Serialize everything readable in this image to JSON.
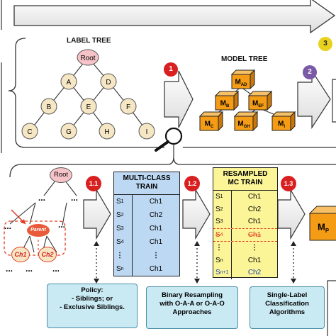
{
  "label_tree": {
    "title": "LABEL TREE",
    "nodes": [
      "Root",
      "A",
      "D",
      "B",
      "E",
      "F",
      "C",
      "G",
      "H",
      "I"
    ]
  },
  "model_tree": {
    "title": "MODEL TREE",
    "models": [
      {
        "id": "mad",
        "label": "M",
        "sub": "AD"
      },
      {
        "id": "mb",
        "label": "M",
        "sub": "B"
      },
      {
        "id": "mef",
        "label": "M",
        "sub": "EF"
      },
      {
        "id": "mc",
        "label": "M",
        "sub": "C"
      },
      {
        "id": "mgh",
        "label": "M",
        "sub": "GH"
      },
      {
        "id": "mi",
        "label": "M",
        "sub": "I"
      }
    ]
  },
  "steps": {
    "s1": "1",
    "s2": "2",
    "s3": "3",
    "s11": "1.1",
    "s12": "1.2",
    "s13": "1.3"
  },
  "detail_tree": {
    "root": "Root",
    "parent": "Parent",
    "ch1": "Ch1",
    "ch2": "Ch2",
    "ellipsis": "..."
  },
  "multi_class_table": {
    "title": "MULTI-CLASS\nTRAIN",
    "rows": [
      {
        "s": "S",
        "sub": "1",
        "c": "Ch1"
      },
      {
        "s": "S",
        "sub": "2",
        "c": "Ch2"
      },
      {
        "s": "S",
        "sub": "3",
        "c": "Ch1"
      },
      {
        "s": "S",
        "sub": "4",
        "c": "Ch1"
      },
      {
        "s": "⋮",
        "sub": "",
        "c": "⋮"
      },
      {
        "s": "S",
        "sub": "n",
        "c": "Ch1"
      }
    ]
  },
  "resampled_table": {
    "title": "RESAMPLED\nMC TRAIN",
    "rows": [
      {
        "s": "S",
        "sub": "1",
        "c": "Ch1"
      },
      {
        "s": "S",
        "sub": "2",
        "c": "Ch2"
      },
      {
        "s": "S",
        "sub": "3",
        "c": "Ch1"
      },
      {
        "s": "S",
        "sub": "4",
        "c": "Ch1"
      },
      {
        "s": "⋮",
        "sub": "",
        "c": "⋮"
      },
      {
        "s": "S",
        "sub": "n",
        "c": "Ch1"
      },
      {
        "s": "S",
        "sub": "n+1",
        "c": "Ch2"
      }
    ]
  },
  "output_model": {
    "label": "M",
    "sub": "P"
  },
  "boxes": {
    "policy": "Policy:\n- Siblings; or\n- Exclusive Siblings.",
    "resampling": "Binary Resampling\nwith O-A-A or O-A-O\nApproaches",
    "algorithms": "Single-Label\nClassification\nAlgorithms"
  },
  "colors": {
    "node_fill": "#f6e7c4",
    "root_fill": "#f6c4c8",
    "step_red": "#d92020",
    "step_purple": "#7a5aa6",
    "step_yellow": "#e8d21e",
    "cube_front": "#f59c16",
    "cube_top": "#f8c066",
    "cube_side": "#c9760a",
    "table_blue": "#bcd8f2",
    "table_yellow": "#fbf598",
    "box_fill": "#c9e9f3",
    "dashed_red": "#e03a20"
  }
}
